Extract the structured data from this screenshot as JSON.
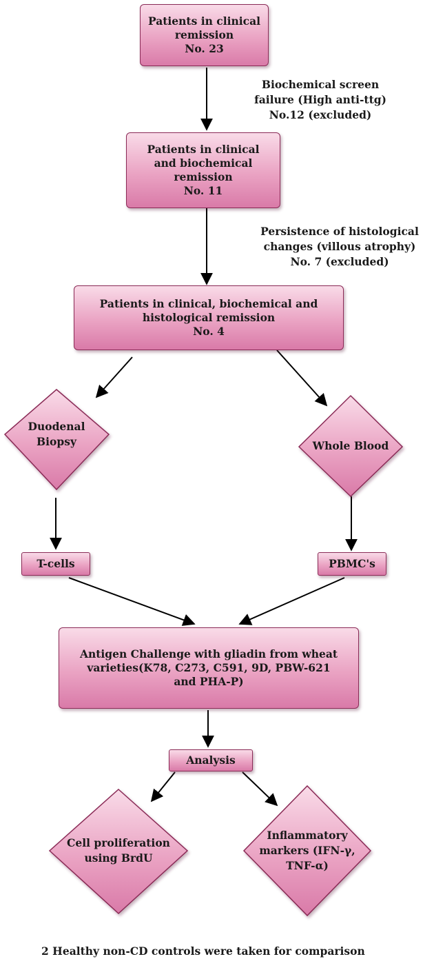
{
  "boxes": {
    "clinical": [
      "Patients in clinical",
      "remission",
      "No. 23"
    ],
    "clinical_bio": [
      "Patients in clinical",
      "and biochemical",
      "remission",
      "No. 11"
    ],
    "clinical_bio_hist": [
      "Patients in clinical, biochemical and",
      "histological remission",
      "No. 4"
    ],
    "tcells": [
      "T-cells"
    ],
    "pbmc": [
      "PBMC's"
    ],
    "antigen": [
      "Antigen Challenge with gliadin from wheat",
      "varieties(K78, C273, C591, 9D, PBW-621",
      "and PHA-P)"
    ],
    "analysis": [
      "Analysis"
    ]
  },
  "notes": {
    "biochemical_fail": [
      "Biochemical screen",
      "failure (High anti-ttg)",
      "No.12 (excluded)"
    ],
    "histological_fail": [
      "Persistence of histological",
      "changes (villous atrophy)",
      "No. 7 (excluded)"
    ]
  },
  "diamonds": {
    "duodenal": [
      "Duodenal",
      "Biopsy"
    ],
    "whole_blood": [
      "Whole Blood"
    ],
    "cell_prolif": [
      "Cell proliferation",
      "using BrdU"
    ],
    "inflammatory": [
      "Inflammatory",
      "markers (IFN-γ,",
      "TNF-α)"
    ]
  },
  "footer": "2 Healthy non-CD controls were taken for comparison",
  "colors": {
    "fill_light": "#f9dbe8",
    "fill_dark": "#d97aa8",
    "border": "#8a2a56"
  }
}
